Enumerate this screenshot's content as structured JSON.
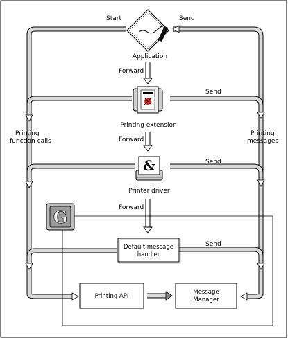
{
  "diagram": {
    "start_label": "Start",
    "send_top_label": "Send",
    "application_label": "Application",
    "forward_1": "Forward",
    "send_2": "Send",
    "printing_extension_label": "Printing extension",
    "printing_function_calls_1": "Printing",
    "printing_function_calls_2": "function calls",
    "printing_messages_1": "Printing",
    "printing_messages_2": "messages",
    "forward_2": "Forward",
    "send_3": "Send",
    "printer_driver_label": "Printer driver",
    "forward_3": "Forward",
    "default_handler_1": "Default message",
    "default_handler_2": "handler",
    "send_4": "Send",
    "printing_api_label": "Printing API",
    "message_manager_1": "Message",
    "message_manager_2": "Manager"
  }
}
